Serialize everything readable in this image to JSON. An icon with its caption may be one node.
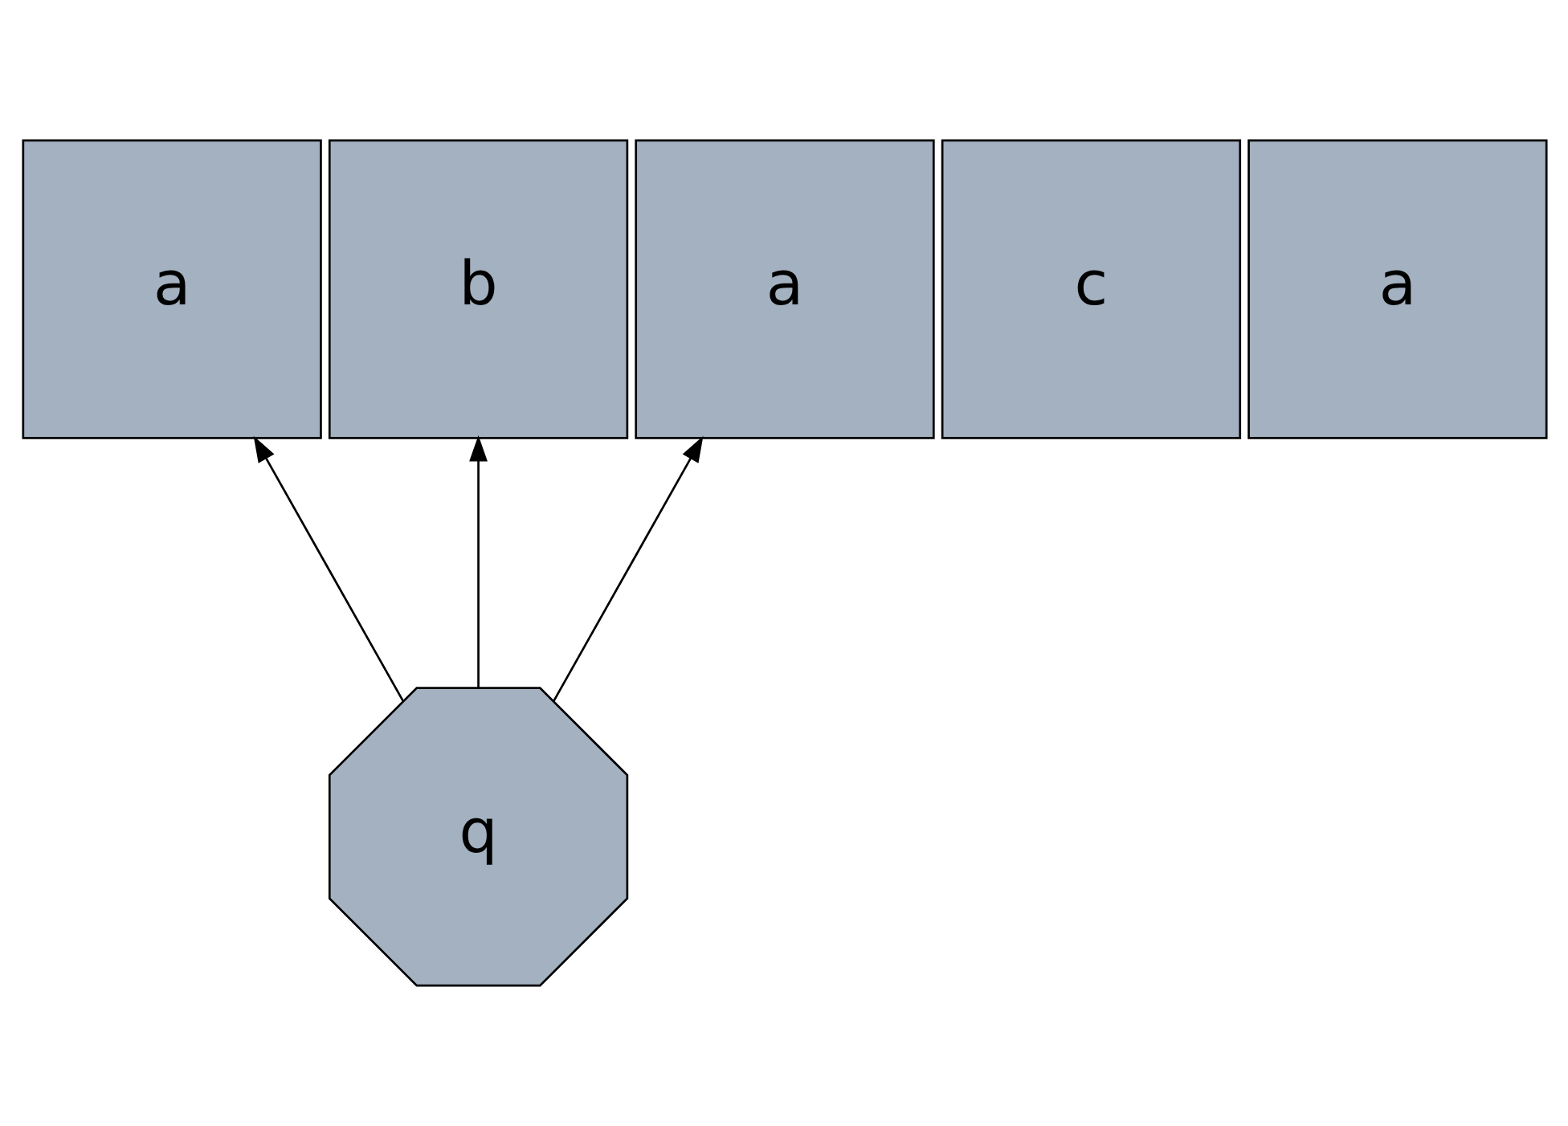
{
  "diagram": {
    "nodes": [
      {
        "text": [
          "a"
        ]
      },
      {
        "text": [
          "b"
        ]
      },
      {
        "text": [
          "a"
        ]
      },
      {
        "text": [
          "c"
        ]
      },
      {
        "text": [
          "a"
        ]
      },
      {
        "text": [
          "q"
        ]
      }
    ],
    "edges": [
      {
        "from": 5,
        "to": 0,
        "arrow": "to"
      },
      {
        "from": 5,
        "to": 1,
        "arrow": "to"
      },
      {
        "from": 5,
        "to": 2,
        "arrow": "to"
      }
    ]
  }
}
